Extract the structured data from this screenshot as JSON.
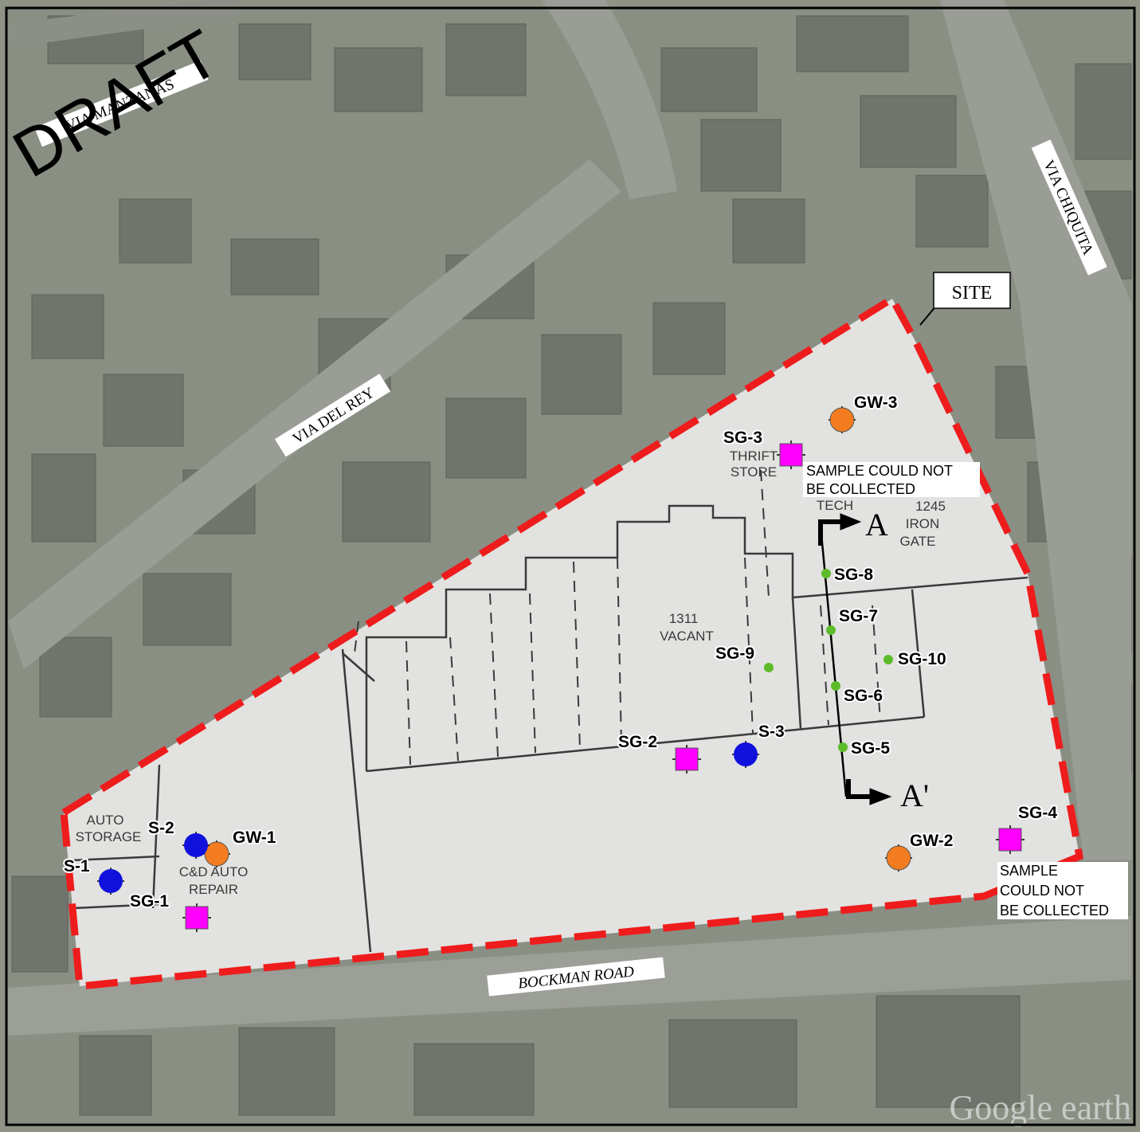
{
  "watermark": "DRAFT",
  "roads": {
    "via_manzanas": "VIA MANZANAS",
    "via_del_rey": "VIA DEL REY",
    "via_chiquita": "VIA CHIQUITA",
    "bockman_road": "BOCKMAN ROAD"
  },
  "site_label": "SITE",
  "section": {
    "a": "A",
    "a_prime": "A'"
  },
  "buildings": {
    "auto_storage_1": "AUTO",
    "auto_storage_2": "STORAGE",
    "cd_auto_1": "C&D  AUTO",
    "cd_auto_2": "REPAIR",
    "vacant_1": "1311",
    "vacant_2": "VACANT",
    "thrift_1": "THRIFT",
    "thrift_2": "STORE",
    "tech": "TECH",
    "iron_gate_1": "1245",
    "iron_gate_2": "IRON",
    "iron_gate_3": "GATE"
  },
  "samples": {
    "gw1": "GW-1",
    "gw2": "GW-2",
    "gw3": "GW-3",
    "s1": "S-1",
    "s2": "S-2",
    "s3": "S-3",
    "sg1": "SG-1",
    "sg2": "SG-2",
    "sg3": "SG-3",
    "sg4": "SG-4",
    "sg5": "SG-5",
    "sg6": "SG-6",
    "sg7": "SG-7",
    "sg8": "SG-8",
    "sg9": "SG-9",
    "sg10": "SG-10"
  },
  "notes": {
    "sg3_line1": "SAMPLE COULD NOT",
    "sg3_line2": "BE COLLECTED",
    "sg4_line1": "SAMPLE",
    "sg4_line2": "COULD NOT",
    "sg4_line3": "BE COLLECTED"
  },
  "credit": "Google earth",
  "colors": {
    "site_boundary": "#ee1c1c",
    "groundwater": "#f47c20",
    "soil": "#1111dd",
    "soil_gas": "#ff00ff",
    "soil_gas_small": "#5dbb2a"
  }
}
